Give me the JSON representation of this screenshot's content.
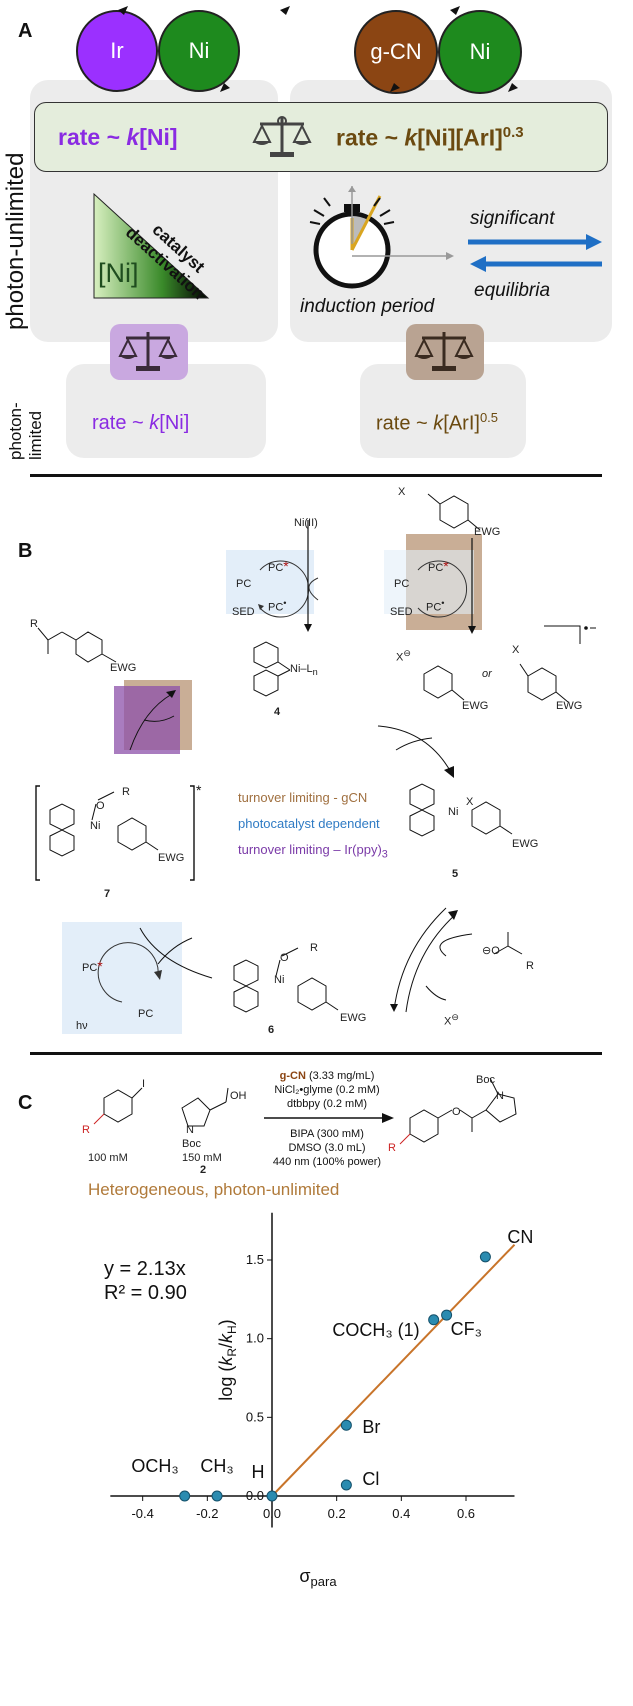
{
  "panel_a": {
    "letter": "A",
    "ir_label": "Ir",
    "ni_label": "Ni",
    "gcn_label": "g-CN",
    "ni_label_2": "Ni",
    "side_unlimited": "photon-unlimited",
    "side_limited_1": "photon-",
    "side_limited_2": "limited",
    "rate_ir_prefix": "rate ~ ",
    "rate_ir_k": "k",
    "rate_ir_suffix": "[Ni]",
    "rate_gcn_prefix": "rate ~ ",
    "rate_gcn_k": "k",
    "rate_gcn_suffix": "[Ni][ArI]",
    "rate_gcn_exp": "0.3",
    "catalyst_1": "catalyst",
    "catalyst_2": "deactivation",
    "ni_bracket": "[Ni]",
    "induction": "induction period",
    "significant": "significant",
    "equilibria": "equilibria",
    "limited_ir_prefix": "rate ~ ",
    "limited_ir_k": "k",
    "limited_ir_suffix": "[Ni]",
    "limited_gcn_prefix": "rate ~ ",
    "limited_gcn_k": "k",
    "limited_gcn_suffix": "[ArI]",
    "limited_gcn_exp": "0.5",
    "colors": {
      "ir": "#8a2be2",
      "ni": "#1e8a1e",
      "gcn": "#8b4513",
      "blue": "#1f6fc5"
    }
  },
  "panel_b": {
    "letter": "B",
    "ni_ii": "Ni(II)",
    "pc_star": "PC",
    "pc": "PC",
    "pc_plus": "PC",
    "sed": "SED",
    "compound_4": "4",
    "compound_5": "5",
    "compound_6": "6",
    "compound_7": "7",
    "ni_ln": "Ni–L",
    "ewg": "EWG",
    "x": "X",
    "or": "or",
    "r": "R",
    "hv": "hν",
    "legend_gcn": "turnover limiting - gCN",
    "legend_pc": "photocatalyst dependent",
    "legend_ir": "turnover limiting – Ir(ppy)",
    "legend_ir_sub": "3"
  },
  "panel_c": {
    "letter": "C",
    "reagent_1": "g-CN",
    "reagent_1_rest": " (3.33 mg/mL)",
    "reagent_2": "NiCl₂•glyme (0.2 mM)",
    "reagent_3": "dtbbpy (0.2 mM)",
    "reagent_4": "BIPA (300 mM)",
    "reagent_5": "DMSO (3.0 mL)",
    "reagent_6": "440 nm (100% power)",
    "conc_1": "100 mM",
    "conc_2": "150 mM",
    "compound_2": "2",
    "boc": "Boc",
    "oh": "OH",
    "n": "N",
    "i": "I",
    "r": "R",
    "caption": "Heterogeneous, photon-unlimited",
    "equation": "y = 2.13x",
    "r2": "R² = 0.90"
  },
  "chart_data": {
    "type": "scatter",
    "xlabel": "σpara",
    "ylabel": "log (kR/kH)",
    "xlim": [
      -0.5,
      0.75
    ],
    "ylim": [
      -0.15,
      1.75
    ],
    "xticks": [
      -0.4,
      -0.2,
      0.0,
      0.2,
      0.4,
      0.6
    ],
    "yticks": [
      0.0,
      0.5,
      1.0,
      1.5
    ],
    "xtick_labels": [
      "-0.4",
      "-0.2",
      "0.0",
      "0.2",
      "0.4",
      "0.6"
    ],
    "ytick_labels": [
      "0.0",
      "0.5",
      "1.0",
      "1.5"
    ],
    "points": [
      {
        "label": "CN",
        "x": 0.66,
        "y": 1.52
      },
      {
        "label": "CF₃",
        "x": 0.54,
        "y": 1.15
      },
      {
        "label": "COCH₃ (1)",
        "x": 0.5,
        "y": 1.12
      },
      {
        "label": "Br",
        "x": 0.23,
        "y": 0.45
      },
      {
        "label": "Cl",
        "x": 0.23,
        "y": 0.07
      },
      {
        "label": "H",
        "x": 0.0,
        "y": 0.0
      },
      {
        "label": "CH₃",
        "x": -0.17,
        "y": 0.0
      },
      {
        "label": "OCH₃",
        "x": -0.27,
        "y": 0.0
      }
    ],
    "fit": {
      "slope": 2.13,
      "intercept": 0,
      "x_range": [
        0.0,
        0.75
      ]
    },
    "marker_color": "#2a8bb0",
    "fit_color": "#c8742a",
    "grid": false
  }
}
